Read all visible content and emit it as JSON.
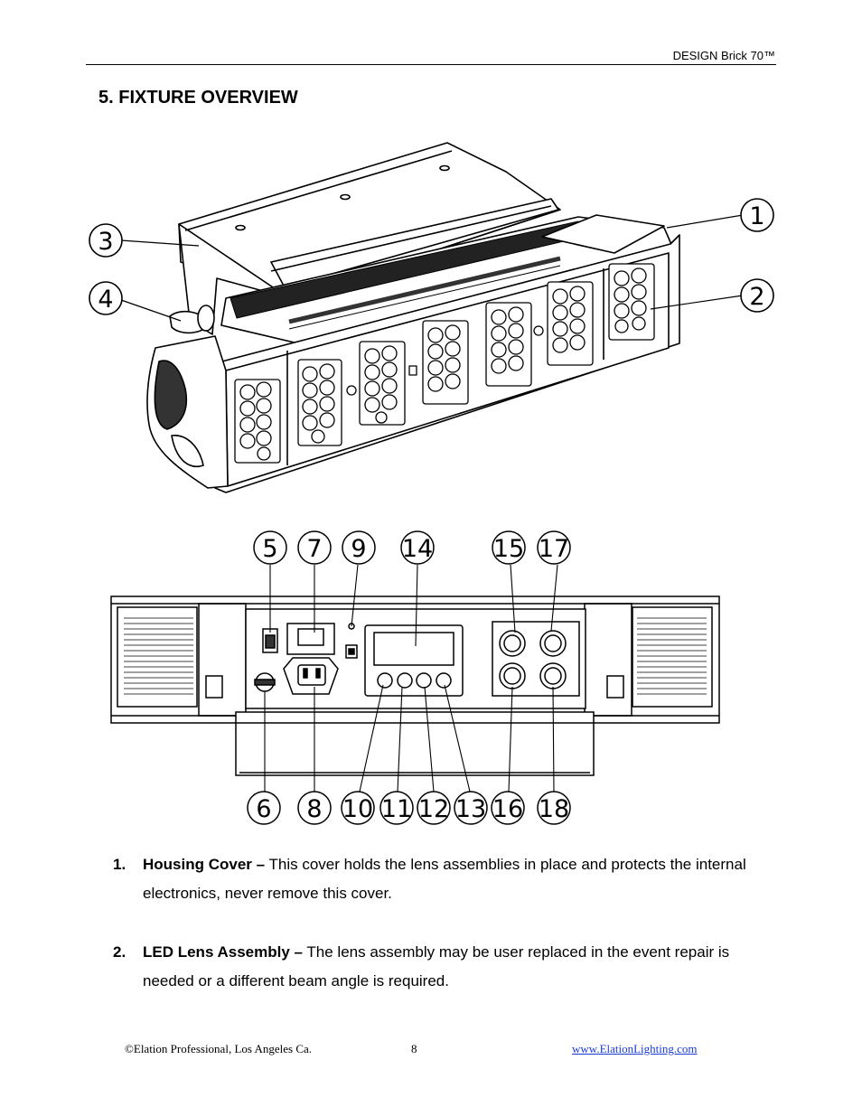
{
  "header": {
    "text": "DESIGN Brick 70™"
  },
  "section": {
    "title": "5. FIXTURE OVERVIEW"
  },
  "figure_top": {
    "callouts": [
      "1",
      "2",
      "3",
      "4"
    ]
  },
  "figure_rear": {
    "callouts_top": [
      "5",
      "7",
      "9",
      "14",
      "15",
      "17"
    ],
    "callouts_bottom": [
      "6",
      "8",
      "10",
      "11",
      "12",
      "13",
      "16",
      "18"
    ]
  },
  "items": [
    {
      "number": "1.",
      "term": "Housing Cover –",
      "text": " This cover holds the lens assemblies in place and protects the internal electronics, never remove this cover."
    },
    {
      "number": "2.",
      "term": "LED Lens Assembly –",
      "text": " The lens assembly may be user replaced in the event repair is needed or a different beam angle is required."
    }
  ],
  "footer": {
    "copyright": "©Elation Professional, Los Angeles Ca.",
    "page_number": "8",
    "website": "www.ElationLighting.com"
  }
}
